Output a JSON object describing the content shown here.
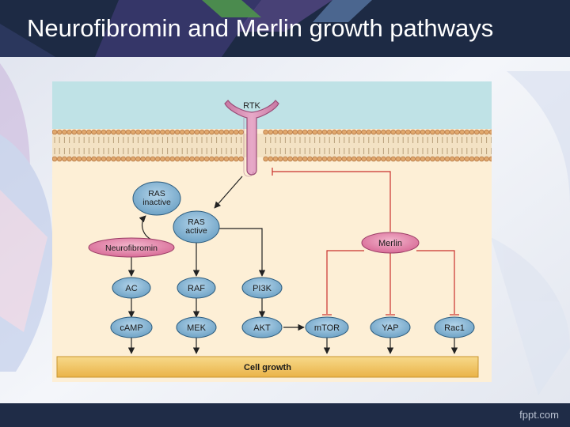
{
  "slide": {
    "title": "Neurofibromin and Merlin growth pathways",
    "footer_brand": "fppt.com"
  },
  "diagram": {
    "receptor": "RTK",
    "ras_inactive": [
      "RAS",
      "inactive"
    ],
    "ras_active": [
      "RAS",
      "active"
    ],
    "neurofibromin": "Neurofibromin",
    "merlin": "Merlin",
    "nodes": {
      "ac": "AC",
      "raf": "RAF",
      "pi3k": "PI3K",
      "camp": "cAMP",
      "mek": "MEK",
      "akt": "AKT",
      "mtor": "mTOR",
      "yap": "YAP",
      "rac1": "Rac1"
    },
    "cell_growth": "Cell growth"
  },
  "colors": {
    "title_bar": "#1d2a44",
    "figure_bg": "#fdefd6",
    "extracellular": "#bfe2e6",
    "lipid_head": "#e0a86e",
    "receptor_fill": "#d98fb6",
    "node_fill": "#7fb0cf",
    "merlin_fill": "#e27fa6",
    "growth_bar": "#f2c35c",
    "inhibit_line": "#c9302c"
  }
}
